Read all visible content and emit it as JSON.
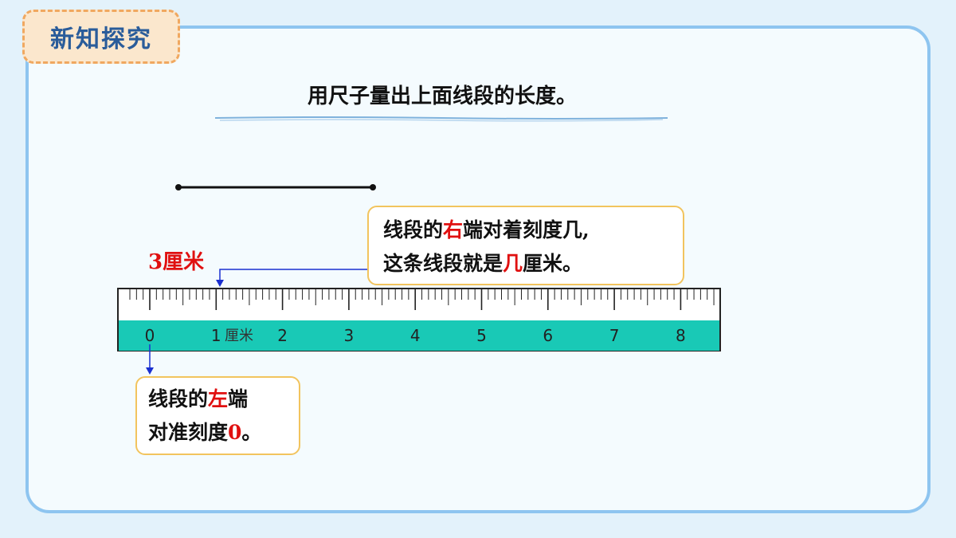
{
  "section_tag": "新知探究",
  "instruction": "用尺子量出上面线段的长度。",
  "measurement_label": "3厘米",
  "ruler": {
    "numbers": [
      "0",
      "1",
      "2",
      "3",
      "4",
      "5",
      "6",
      "7",
      "8"
    ],
    "unit_label": "厘米"
  },
  "bubble_right": {
    "line1_prefix": "线段的",
    "line1_highlight": "右",
    "line1_suffix": "端对着刻度几,",
    "line2_prefix": "这条线段就是",
    "line2_highlight": "几",
    "line2_suffix": "厘米。"
  },
  "bubble_left": {
    "line1_prefix": "线段的",
    "line1_highlight": "左",
    "line1_suffix": "端",
    "line2_prefix": "对准刻度",
    "line2_highlight": "0",
    "line2_suffix": "。"
  },
  "colors": {
    "ruler_band": "#19c9b6",
    "border": "#8ec5f0",
    "tag_text": "#2a5c9a",
    "highlight": "#e01010",
    "arrow": "#1a2fd0"
  }
}
